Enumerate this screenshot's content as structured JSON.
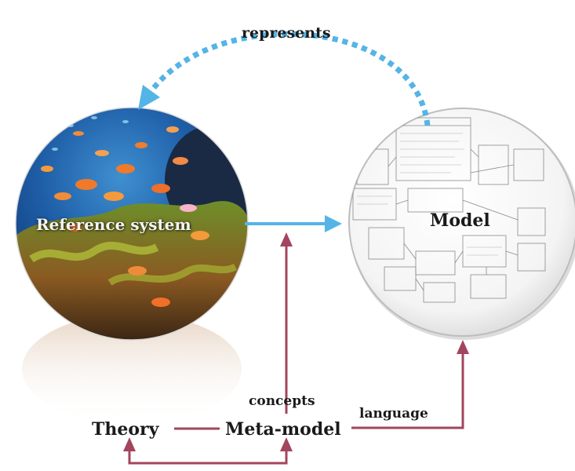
{
  "diagram": {
    "nodes": {
      "reference_system": {
        "label": "Reference system",
        "image": "coral-reef-fish-photo"
      },
      "model": {
        "label": "Model",
        "image": "uml-class-diagram"
      },
      "theory": {
        "label": "Theory"
      },
      "meta_model": {
        "label": "Meta-model"
      }
    },
    "edges": {
      "represents": {
        "label": "represents",
        "from": "Model",
        "to": "Reference system",
        "style": "dotted"
      },
      "concepts": {
        "label": "concepts",
        "from": "Meta-model",
        "to": "Reference system → Model arrow"
      },
      "language": {
        "label": "language",
        "from": "Meta-model",
        "to": "Model"
      },
      "theory_meta": {
        "from": "Theory",
        "to": "Meta-model"
      },
      "reference_to_model": {
        "from": "Reference system",
        "to": "Model"
      }
    },
    "colors": {
      "blue_arrow": "#55b4e6",
      "maroon_arrow": "#a3455e",
      "label_text": "#1a1a1a"
    }
  }
}
